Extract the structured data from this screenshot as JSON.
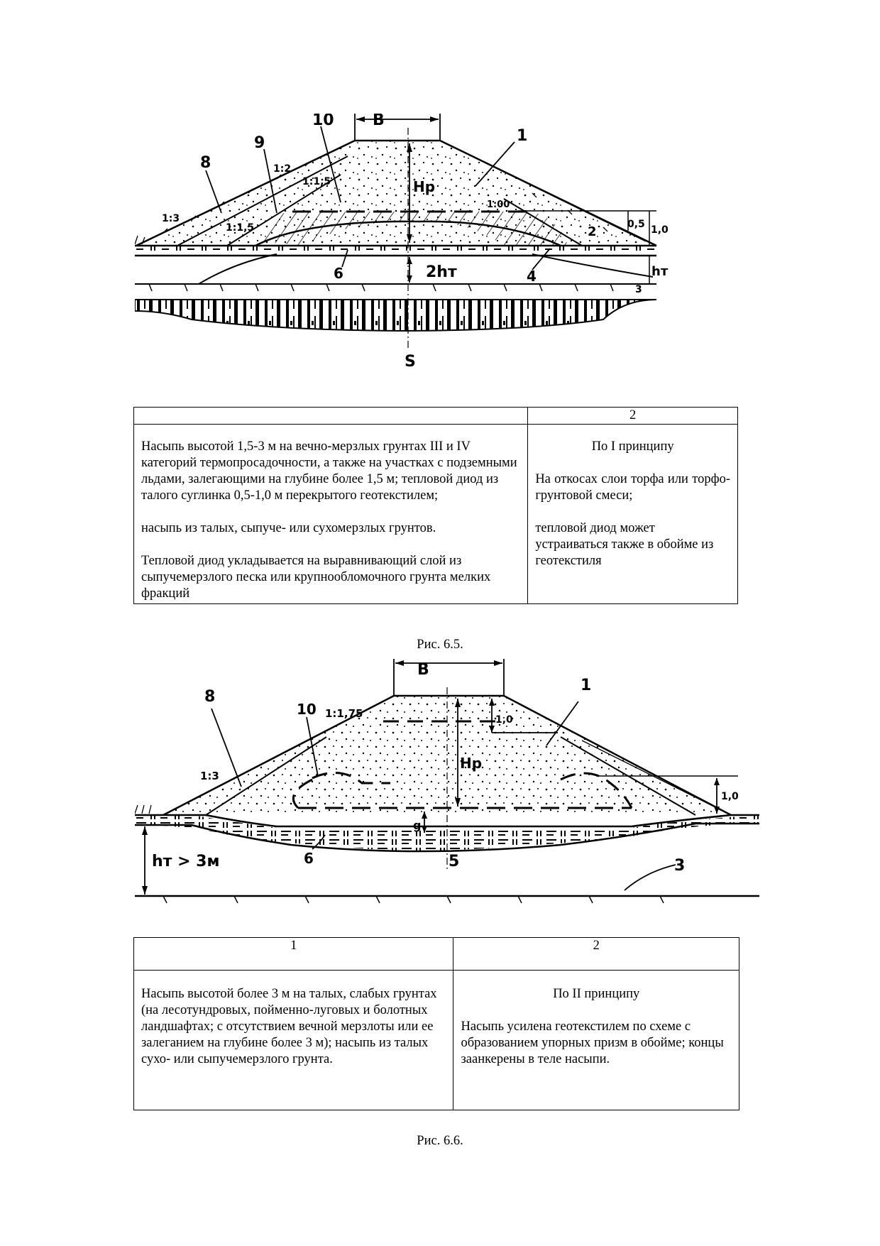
{
  "figure1": {
    "labels": {
      "b": "B",
      "n10": "10",
      "n9": "9",
      "n8": "8",
      "n1": "1",
      "s12": "1:2",
      "s115a": "1:1,5",
      "s115b": "1:1,5",
      "s13": "1:3",
      "s100": "1:00",
      "hp": "Hp",
      "d05": "0,5",
      "d10": "1,0",
      "ht": "hт",
      "n2": "2",
      "n6": "6",
      "h2t": "2hт",
      "n4": "4",
      "n3": "3",
      "n5": "S"
    },
    "table": {
      "header_col1": "",
      "header_col2": "2",
      "col1": [
        "Насыпь высотой 1,5-3 м на вечно-мерзлых грунтах III и IV категорий термопросадочности, а также на участках с подземными льдами, залегающими на глубине более 1,5 м; тепловой диод из талого суглинка 0,5-1,0 м перекрытого геотекстилем;",
        "насыпь из талых, сыпуче- или сухомерзлых грунтов.",
        "Тепловой диод укладывается на выравнивающий слой из сыпучемерзлого песка или крупнообломочного грунта мелких фракций"
      ],
      "col2_title": "По I принципу",
      "col2": [
        "На откосах слои торфа или торфо-грунтовой смеси;",
        "тепловой диод может устраиваться также в обойме из геотекстиля"
      ]
    },
    "caption": "Рис. 6.5."
  },
  "figure2": {
    "labels": {
      "b": "B",
      "n8": "8",
      "n10": "10",
      "s175": "1:1,75",
      "s13": "1:3",
      "d10a": "1,0",
      "hp": "Hp",
      "d10b": "1,0",
      "n1": "1",
      "g": "g",
      "ht": "hт > 3м",
      "n6": "6",
      "n5": "5",
      "n3": "3"
    },
    "table": {
      "header_col1": "1",
      "header_col2": "2",
      "col1": [
        "Насыпь высотой более 3 м на талых, слабых грунтах (на лесотундровых, пойменно-луговых и болотных ландшафтах; с отсутствием вечной мерзлоты или ее залеганием на глубине более 3 м); насыпь из талых сухо- или сыпучемерзлого грунта."
      ],
      "col2_title": "По II принципу",
      "col2": [
        "Насыпь усилена геотекстилем по схеме с образованием упорных призм в обойме; концы заанкерены в теле насыпи."
      ]
    },
    "caption": "Рис. 6.6."
  },
  "colors": {
    "ink": "#000000",
    "paper": "#ffffff"
  }
}
